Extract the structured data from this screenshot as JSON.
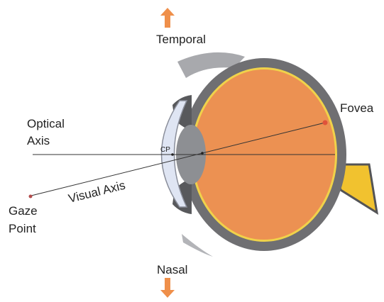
{
  "labels": {
    "temporal": "Temporal",
    "nasal": "Nasal",
    "fovea": "Fovea",
    "optical_axis_line1": "Optical",
    "optical_axis_line2": "Axis",
    "visual_axis": "Visual Axis",
    "gaze_point_line1": "Gaze",
    "gaze_point_line2": "Point",
    "cp": "CP"
  },
  "icons": {
    "top_arrow": "arrow-up-icon",
    "bottom_arrow": "arrow-down-icon"
  },
  "colors": {
    "arrow": "#ef8f4a",
    "vitreous": "#ec9152",
    "retina": "#f0d24a",
    "sclera": "#6f6f72",
    "sclera_light": "#a6a7ab",
    "cornea": "#dfe5f3",
    "lens": "#8d8f93",
    "optic_nerve": "#f1c22f",
    "fovea": "#e0523a",
    "gaze_point": "#b24b4b",
    "line": "#333333"
  }
}
